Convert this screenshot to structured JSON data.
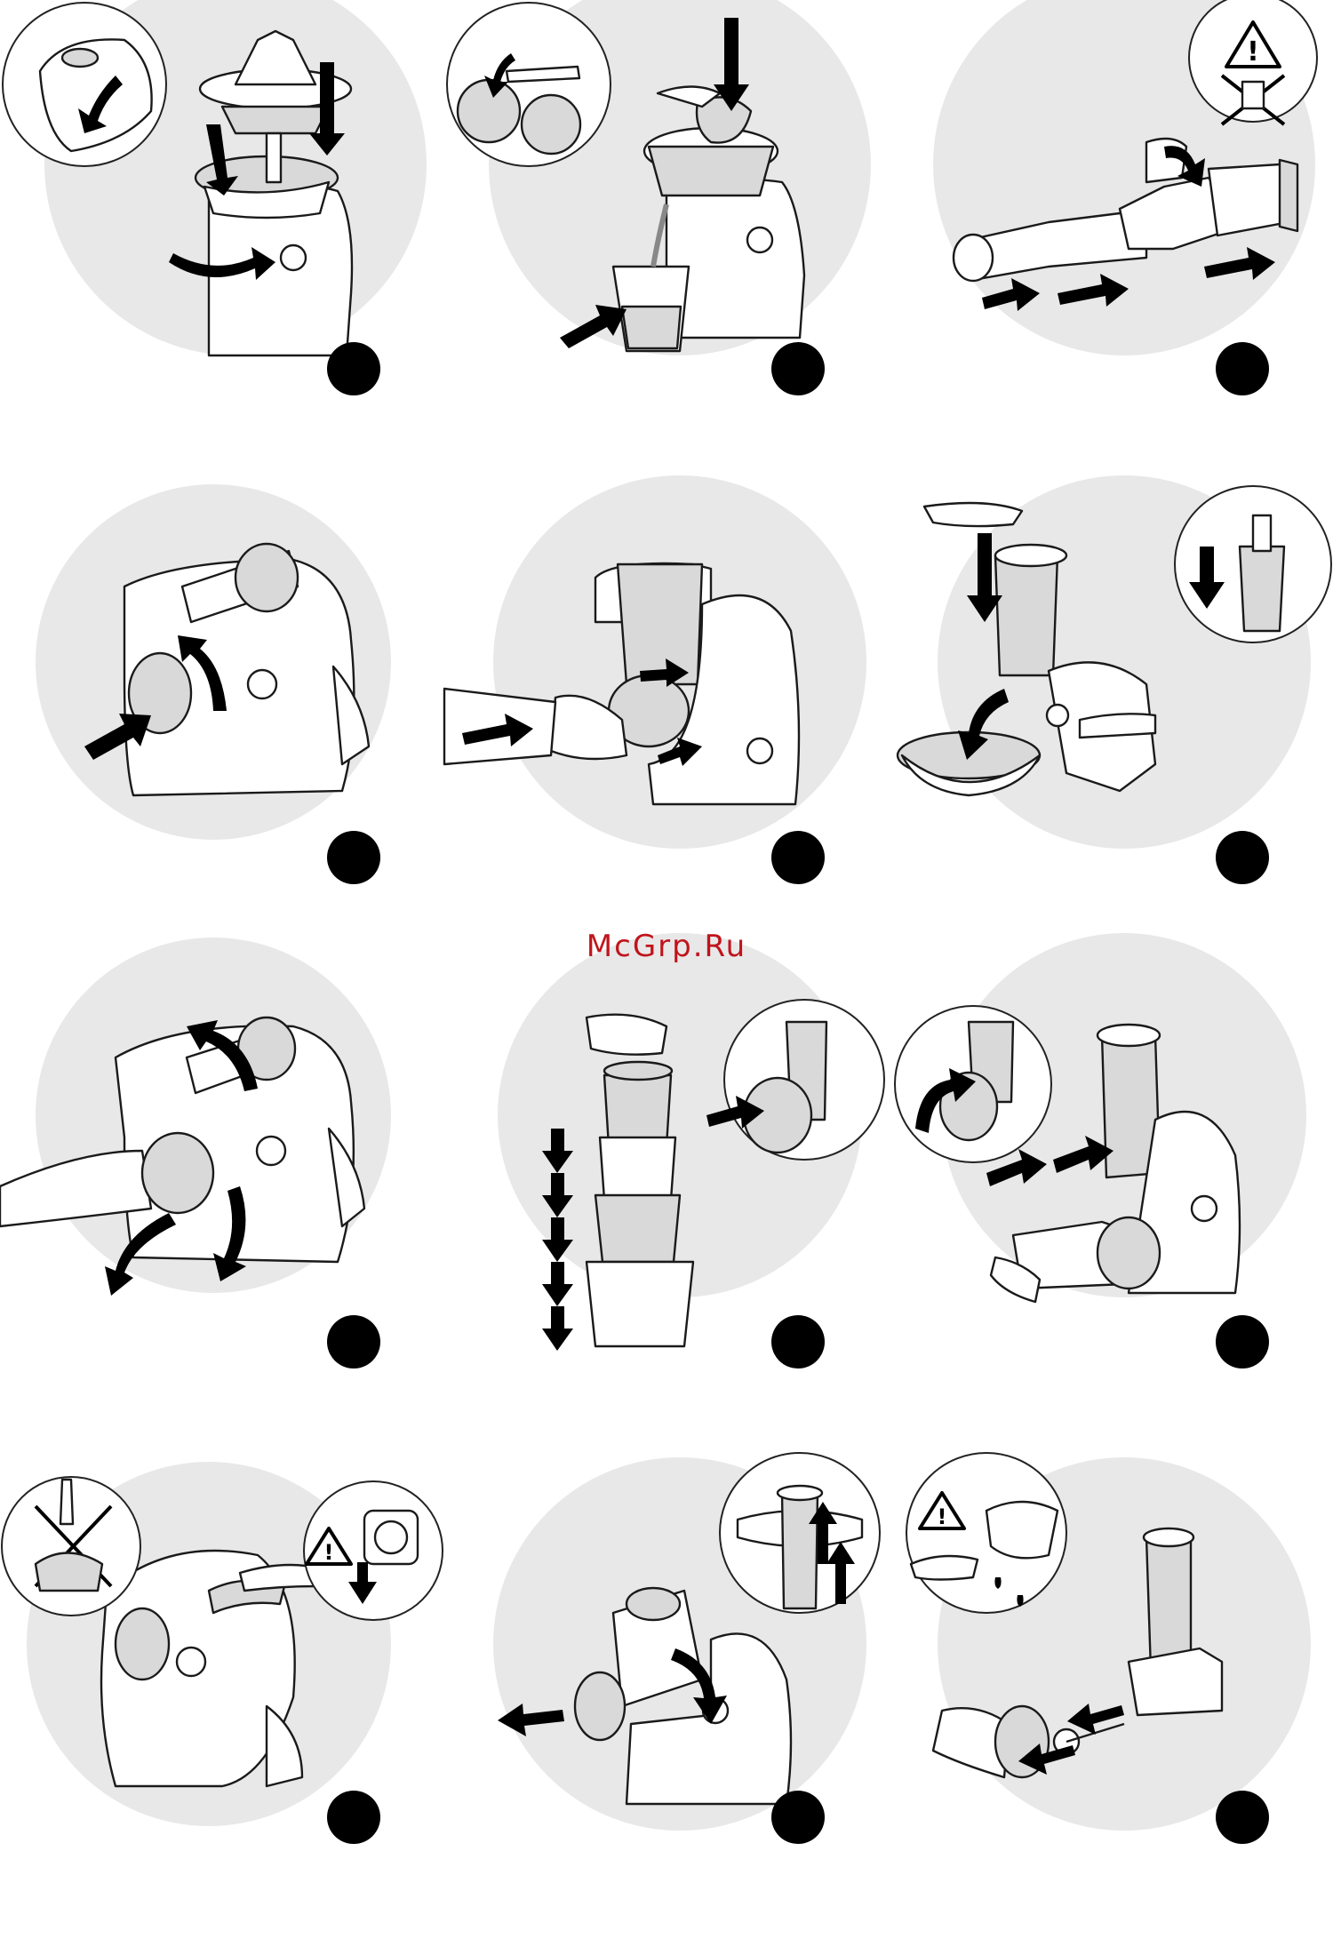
{
  "watermark": "McGrp.Ru",
  "colors": {
    "circle_fill": "#e8e8e8",
    "line": "#1a1a1a",
    "watermark": "#c0141c",
    "step_dot": "#000000"
  },
  "steps": [
    {
      "row": 1,
      "col": 1,
      "icon": "citrus-press-assembly-icon",
      "inset": "lid-removal-icon"
    },
    {
      "row": 1,
      "col": 2,
      "icon": "citrus-squeezing-icon",
      "inset": "cut-orange-icon"
    },
    {
      "row": 1,
      "col": 3,
      "icon": "juicer-head-disassembly-icon",
      "inset": "warning-unplug-icon"
    },
    {
      "row": 2,
      "col": 1,
      "icon": "remove-outlet-cover-icon"
    },
    {
      "row": 2,
      "col": 2,
      "icon": "attach-slicer-icon"
    },
    {
      "row": 2,
      "col": 3,
      "icon": "slicing-into-bowl-icon",
      "inset": "pusher-insert-icon"
    },
    {
      "row": 3,
      "col": 1,
      "icon": "rotate-slicer-remove-icon"
    },
    {
      "row": 3,
      "col": 2,
      "icon": "drum-cones-stack-icon",
      "inset": "drum-insert-icon"
    },
    {
      "row": 3,
      "col": 3,
      "icon": "mincer-head-attach-icon",
      "inset": "lock-rotate-icon"
    },
    {
      "row": 4,
      "col": 1,
      "icon": "wipe-motor-base-icon",
      "inset": "no-water-and-unplug-icon"
    },
    {
      "row": 4,
      "col": 2,
      "icon": "mincer-removal-icon",
      "inset": "pusher-lift-icon"
    },
    {
      "row": 4,
      "col": 3,
      "icon": "mincer-disassembly-icon",
      "inset": "warning-oil-blades-icon"
    }
  ]
}
